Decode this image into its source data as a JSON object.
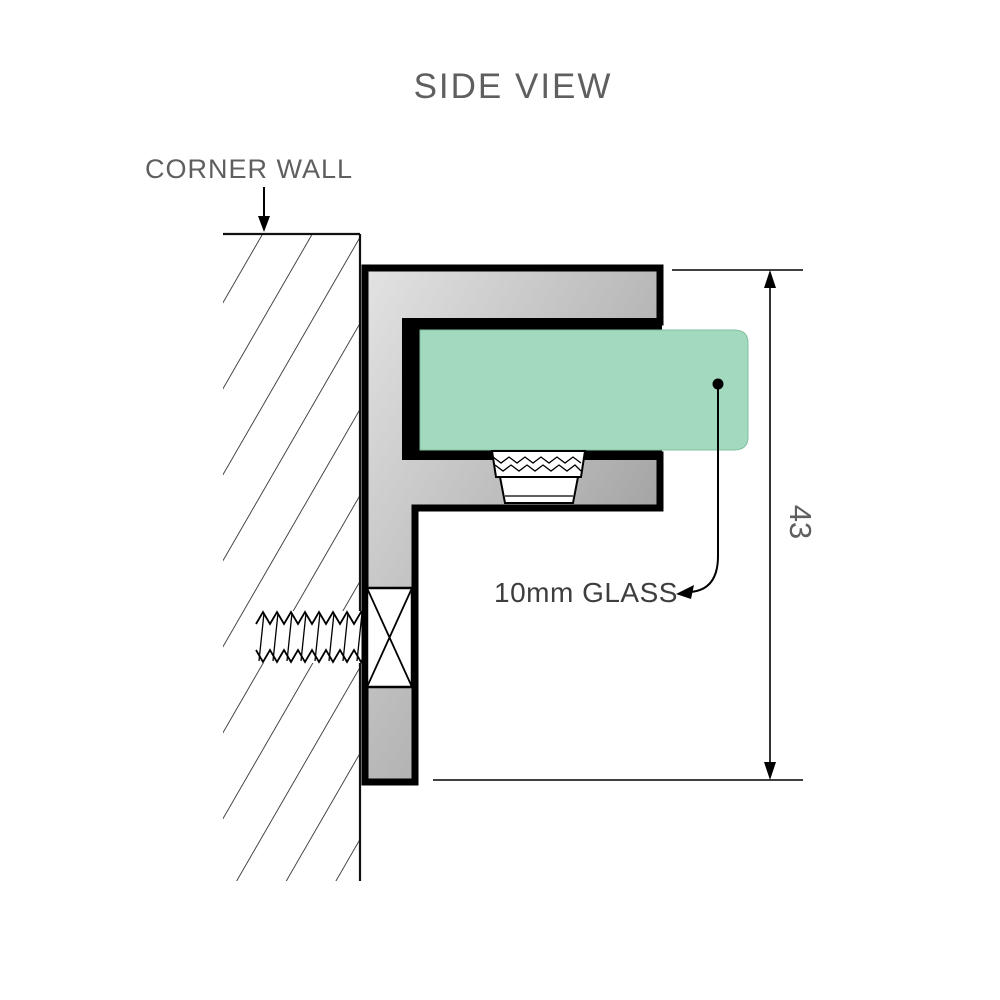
{
  "diagram": {
    "title": "SIDE VIEW",
    "wall_label": "CORNER WALL",
    "glass_label": "10mm GLASS",
    "dimension_value": "43"
  },
  "colors": {
    "glass_fill": "#a3d9be",
    "glass_edge": "#7fbf9f",
    "label_text": "#5f5f5f",
    "annotation_text": "#3e3e3e",
    "metal_light": "#e3e3e3",
    "metal_dark": "#8a8a8a",
    "line": "#000000"
  }
}
